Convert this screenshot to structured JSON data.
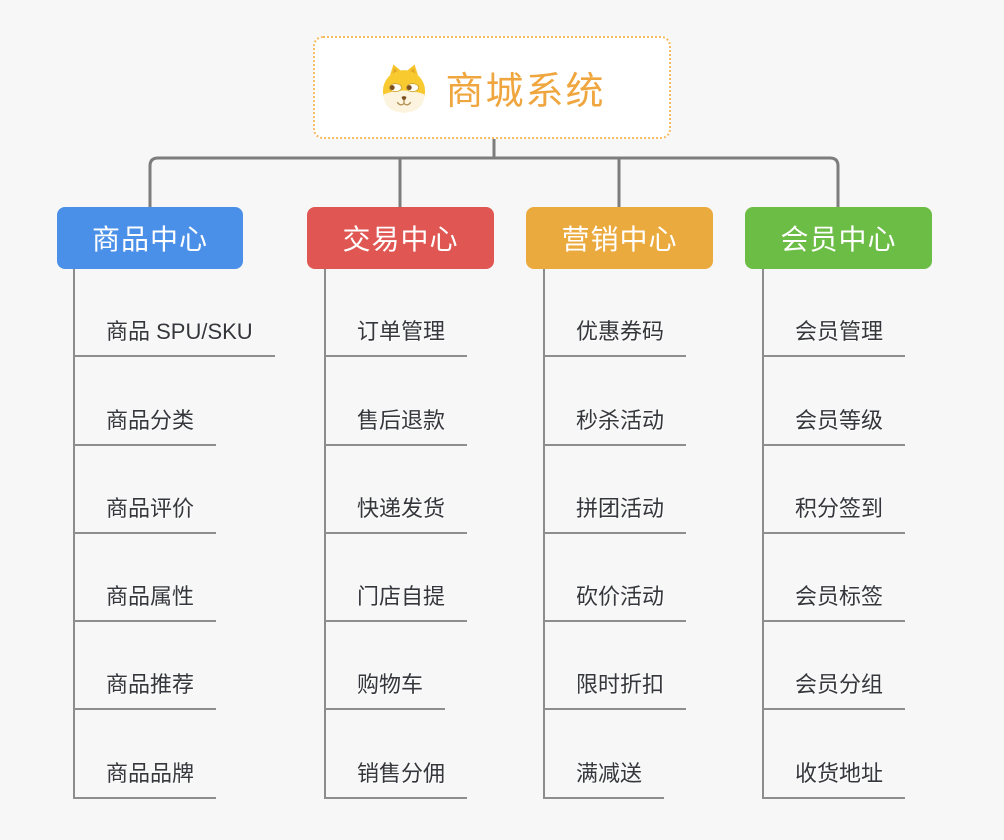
{
  "page": {
    "background_color": "#f7f7f7",
    "connector_color": "#7d7d7d",
    "spine_color": "#8c8c8c"
  },
  "root": {
    "label": "商城系统",
    "text_color": "#f0a63e",
    "border_color": "#f5bb63",
    "icon": "doge-icon"
  },
  "branches": [
    {
      "id": "product-center",
      "label": "商品中心",
      "color": "#4a8fe8",
      "items": [
        "商品 SPU/SKU",
        "商品分类",
        "商品评价",
        "商品属性",
        "商品推荐",
        "商品品牌"
      ]
    },
    {
      "id": "trade-center",
      "label": "交易中心",
      "color": "#e05653",
      "items": [
        "订单管理",
        "售后退款",
        "快递发货",
        "门店自提",
        "购物车",
        "销售分佣"
      ]
    },
    {
      "id": "marketing-center",
      "label": "营销中心",
      "color": "#ebaa3d",
      "items": [
        "优惠券码",
        "秒杀活动",
        "拼团活动",
        "砍价活动",
        "限时折扣",
        "满减送"
      ]
    },
    {
      "id": "member-center",
      "label": "会员中心",
      "color": "#6cbd45",
      "items": [
        "会员管理",
        "会员等级",
        "积分签到",
        "会员标签",
        "会员分组",
        "收货地址"
      ]
    }
  ]
}
